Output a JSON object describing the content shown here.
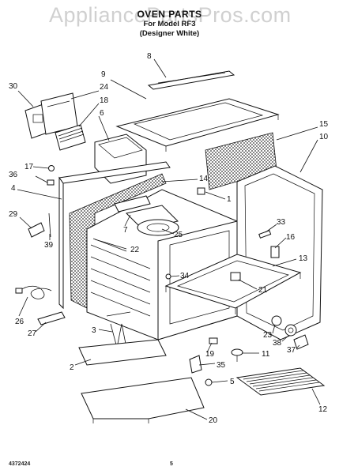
{
  "watermark": "AppliancePartsPros.com",
  "title": {
    "line1": "OVEN PARTS",
    "line2": "For Model RF3",
    "line3": "(Designer White)"
  },
  "callouts": [
    "8",
    "9",
    "30",
    "24",
    "18",
    "6",
    "15",
    "10",
    "17",
    "36",
    "4",
    "14",
    "1",
    "29",
    "39",
    "33",
    "16",
    "13",
    "7",
    "25",
    "22",
    "34",
    "21",
    "26",
    "23",
    "38",
    "37",
    "3",
    "27",
    "11",
    "19",
    "35",
    "2",
    "5",
    "12",
    "20"
  ],
  "footer": {
    "code": "4372424",
    "page": "5"
  }
}
